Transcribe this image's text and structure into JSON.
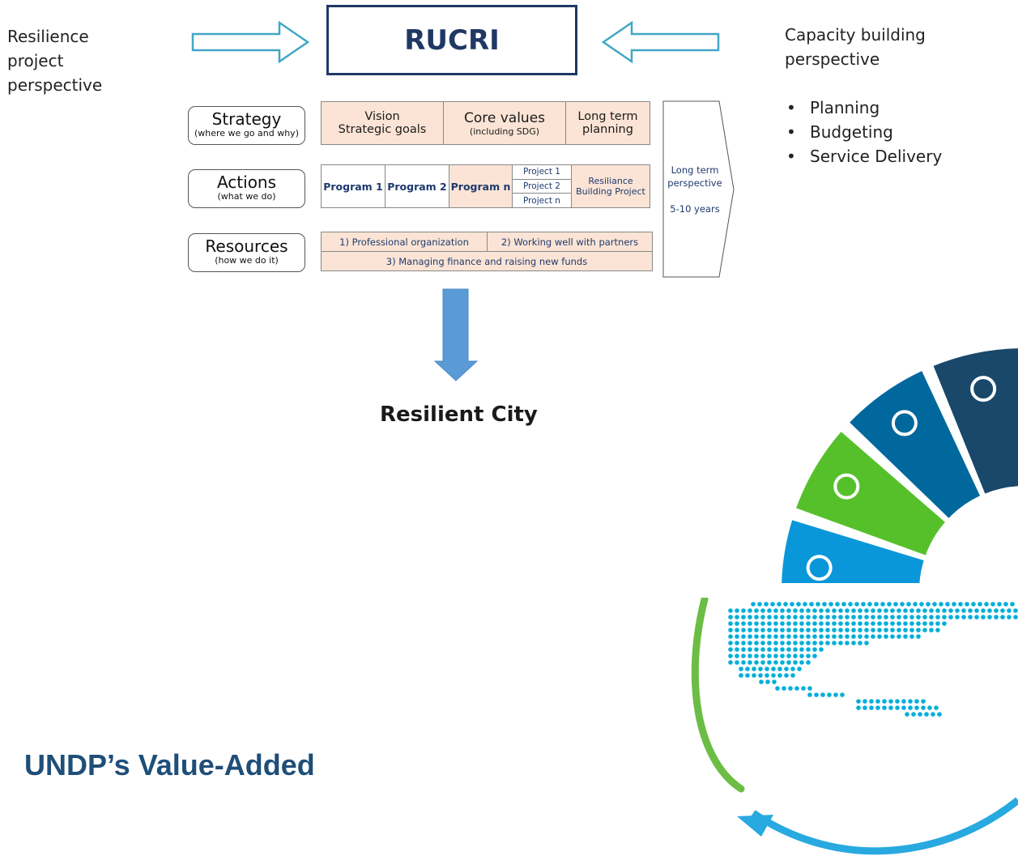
{
  "left_heading": [
    "Resilience",
    "project",
    "perspective"
  ],
  "right_heading": [
    "Capacity building",
    "perspective"
  ],
  "center_title": "RUCRI",
  "bullets": [
    "Planning",
    "Budgeting",
    "Service Delivery"
  ],
  "rows": {
    "strategy": {
      "label": "Strategy",
      "sub": "(where we go and why)",
      "cells": [
        {
          "line1": "Vision",
          "line2": "Strategic goals"
        },
        {
          "line1": "Core values",
          "line2": "(including SDG)"
        },
        {
          "line1": "Long term",
          "line2": "planning"
        }
      ]
    },
    "actions": {
      "label": "Actions",
      "sub": "(what we do)",
      "programs": [
        "Program 1",
        "Program 2",
        "Program n"
      ],
      "projects": [
        "Project 1",
        "Project 2",
        "Project n"
      ],
      "rbp": [
        "Resiliance",
        "Building Project"
      ]
    },
    "resources": {
      "label": "Resources",
      "sub": "(how we do it)",
      "items": [
        "1) Professional organization",
        "2) Working well with partners",
        "3) Managing finance and raising new funds"
      ]
    }
  },
  "long_term": {
    "line1": "Long term",
    "line2": "perspective",
    "years": "5-10 years"
  },
  "outcome": "Resilient City",
  "footer_title": "UNDP’s Value-Added",
  "colors": {
    "navy": "#1f3864",
    "arrow_outline": "#41a7c6",
    "down_arrow": "#5b9bd5",
    "peach": "#fbe4d5",
    "title_blue": "#1f4e79",
    "sdg_red": "#e5243b",
    "sdg_yellow": "#dda63a",
    "sdg_navy": "#19486a",
    "sdg_peace": "#00689d",
    "sdg_land": "#56c02b",
    "sdg_water": "#0a97d9",
    "sdg_climate": "#3f7e44",
    "sdg_consumption": "#bf8b2e",
    "sdg_orange": "#fd9d24",
    "map_dots": "#00aed9",
    "ring_green": "#6cbd45",
    "ring_blue": "#28a9e0"
  },
  "icons": [
    "arrow-right-outline-icon",
    "arrow-left-outline-icon",
    "arrow-down-icon",
    "sdg-wheel-icon",
    "world-map-dots-icon"
  ]
}
